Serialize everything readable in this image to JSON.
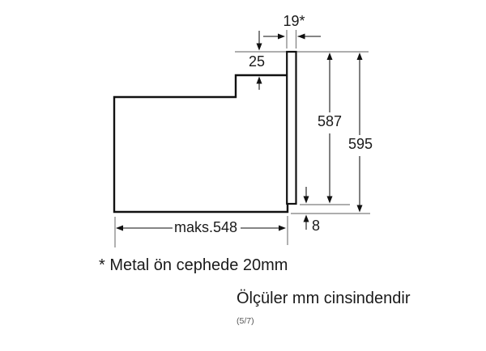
{
  "diagram": {
    "type": "technical-drawing",
    "subject": "built-in oven side view installation dimensions",
    "labels": {
      "front_panel_width": "19*",
      "step_height": "25",
      "panel_height": "587",
      "total_height": "595",
      "bottom_offset": "8",
      "max_depth": "maks.548"
    },
    "footnote": "* Metal ön cephede 20mm",
    "units_note": "Ölçüler mm cinsindendir",
    "page_indicator": "(5/7)",
    "colors": {
      "background": "#ffffff",
      "outline": "#111111",
      "reference_lines": "#7d7d7d",
      "dimension_lines": "#3c3c3c",
      "text": "#1a1a1a"
    }
  }
}
